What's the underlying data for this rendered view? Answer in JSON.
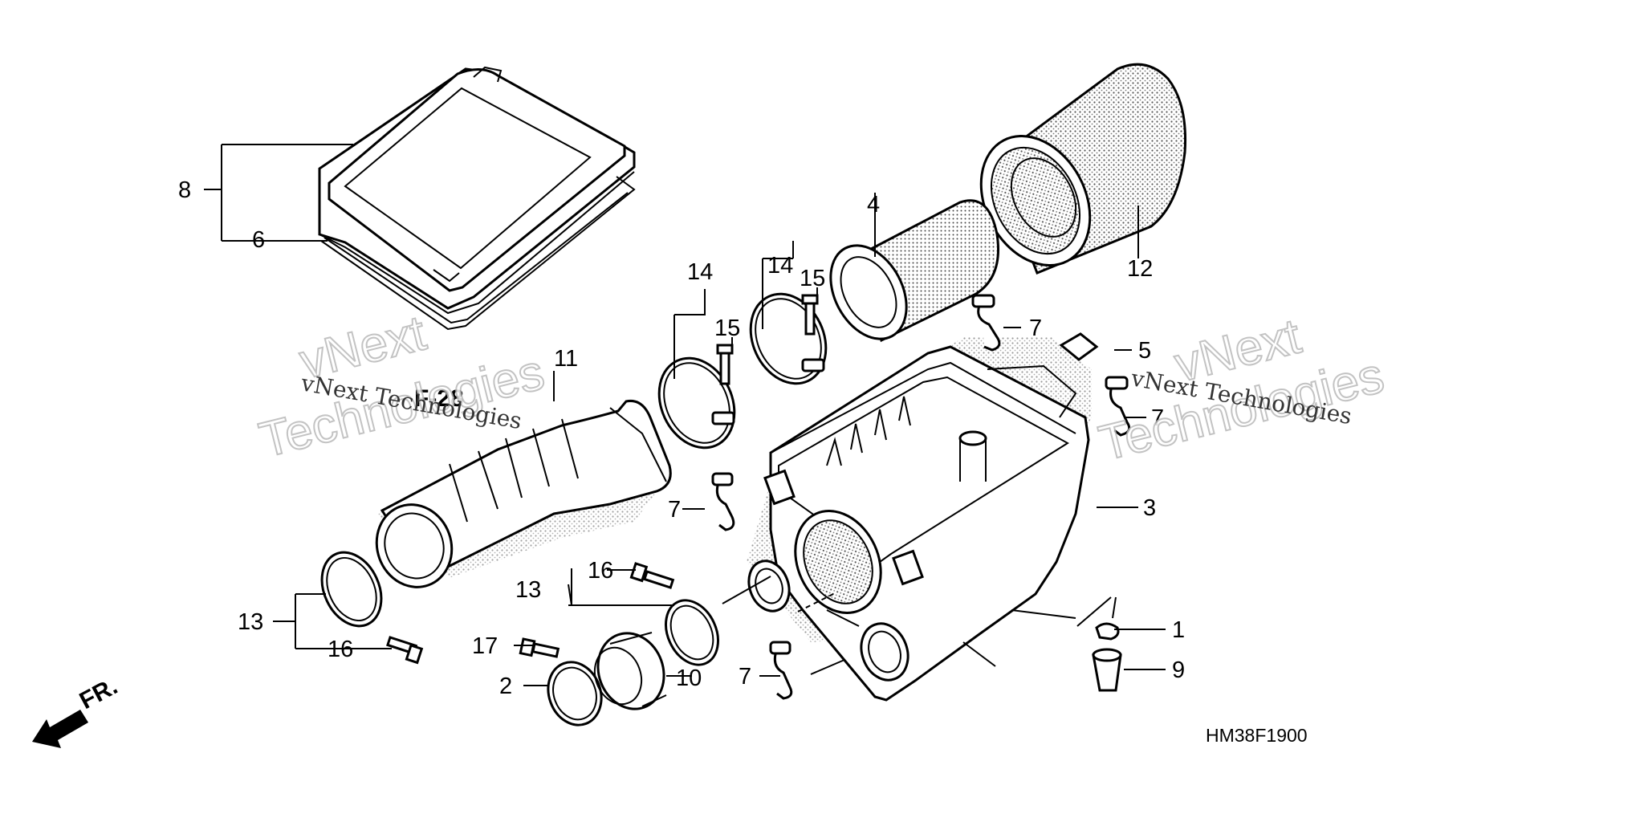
{
  "diagram": {
    "code": "HM38F1900",
    "ref": "F-28",
    "direction": "FR.",
    "watermark": {
      "line1": "vNext",
      "line2": "Technologies",
      "caption": "vNext Technologies"
    },
    "labels": {
      "l1": "1",
      "l2": "2",
      "l3": "3",
      "l4": "4",
      "l5": "5",
      "l6": "6",
      "l7a": "7",
      "l7b": "7",
      "l7c": "7",
      "l7d": "7",
      "l8": "8",
      "l9": "9",
      "l10": "10",
      "l11": "11",
      "l12": "12",
      "l13a": "13",
      "l13b": "13",
      "l14a": "14",
      "l14b": "14",
      "l15a": "15",
      "l15b": "15",
      "l16a": "16",
      "l16b": "16",
      "l17": "17"
    }
  }
}
